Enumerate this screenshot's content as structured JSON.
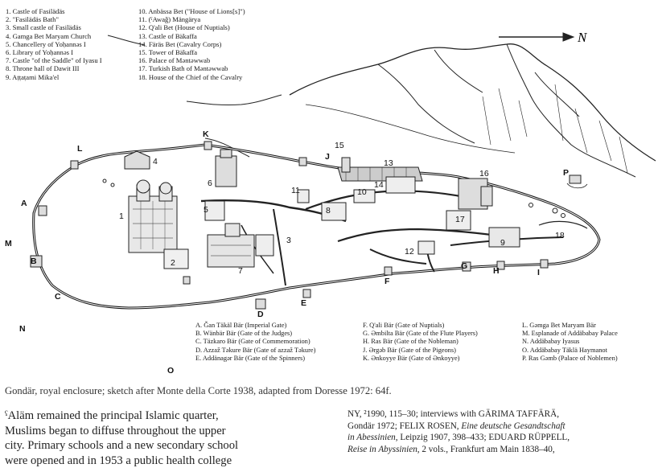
{
  "legend_numbers_left": [
    "1. Castle of Fasilädäs",
    "2. \"Fasilädäs Bath\"",
    "3. Small castle of Fasilädäs",
    "4. Gamga Bet Maryam Church",
    "5. Chancellery of Yoḥannəs I",
    "6. Library of Yoḥannəs I",
    "7. Castle \"of the Saddle\" of Iyasu I",
    "8. Throne hall of Dawit III",
    "9. Aṭṭaṭami Mika'el"
  ],
  "legend_numbers_right": [
    "10. Anbässa Bet (\"House of Lions[s]\")",
    "11. (ˁAwaǧ) Mängärya",
    "12. Q'ali Bet (House of Nuptials)",
    "13. Castle of Bäkaffa",
    "14. Färäs Bet (Cavalry Corps)",
    "15. Tower of Bäkaffa",
    "16. Palace of Məntəwwab",
    "17. Turkish Bath of Məntəwwab",
    "18. House of the Chief of the Cavalry"
  ],
  "north_arrow_label": "N",
  "map_numbers": {
    "n1": "1",
    "n2": "2",
    "n3": "3",
    "n4": "4",
    "n5": "5",
    "n6": "6",
    "n7": "7",
    "n8": "8",
    "n9": "9",
    "n10": "10",
    "n11": "11",
    "n12": "12",
    "n13": "13",
    "n14": "14",
    "n15": "15",
    "n16": "16",
    "n17": "17",
    "n18": "18"
  },
  "map_letters": {
    "A": "A",
    "B": "B",
    "C": "C",
    "D": "D",
    "E": "E",
    "F": "F",
    "G": "G",
    "H": "H",
    "I": "I",
    "J": "J",
    "K": "K",
    "L": "L",
    "M": "M",
    "N": "N",
    "O": "O",
    "P": "P"
  },
  "legend_letters_1": [
    "A. Ǧan Täkäl Bär (Imperial Gate)",
    "B. Wänbär Bär (Gate of the Judges)",
    "C. Täzkaro Bär (Gate of Commemoration)",
    "D. Azzaž Təkure Bär (Gate of azzaž Təkure)",
    "E. Addänagər Bär (Gate of the Spinners)"
  ],
  "legend_letters_2": [
    "F. Q'ali Bär (Gate of Nuptials)",
    "G. Əmbilta Bär (Gate of the Flute Players)",
    "H. Ras Bär (Gate of the Nobleman)",
    "J. Ərgəb Bär (Gate of the Pigeons)",
    "K. Ənkoyye Bär (Gate of Ənkoyye)"
  ],
  "legend_letters_3": [
    "L. Gəmga Bet Maryam Bär",
    "M. Esplanade of Addäbabay Palace",
    "N. Addäbabay Iyasus",
    "O. Addäbabay Täklä Haymanot",
    "P. Ras Gəmb (Palace of Noblemen)"
  ],
  "caption": "Gondär, royal enclosure; sketch after Monte della Corte 1938, adapted from Doresse 1972: 64f.",
  "body_left": [
    "ˁAläm remained the principal Islamic quarter,",
    "Muslims began to diffuse throughout the upper",
    "city. Primary schools and a new secondary school",
    "were opened and in 1953 a public health college"
  ],
  "body_right": {
    "line1": "NY, ²1990, 115–30; interviews with GÄRIMA TAFFÄRÄ,",
    "line2_a": "Gondär 1972; FELIX ROSEN, ",
    "line2_b": "Eine deutsche Gesandtschaft",
    "line3_a": "in Abessinien,",
    "line3_b": " Leipzig 1907, 398–433; EDUARD RÜPPELL,",
    "line4_a": "Reise in Abyssinien,",
    "line4_b": " 2 vols., Frankfurt am Main 1838–40,"
  }
}
